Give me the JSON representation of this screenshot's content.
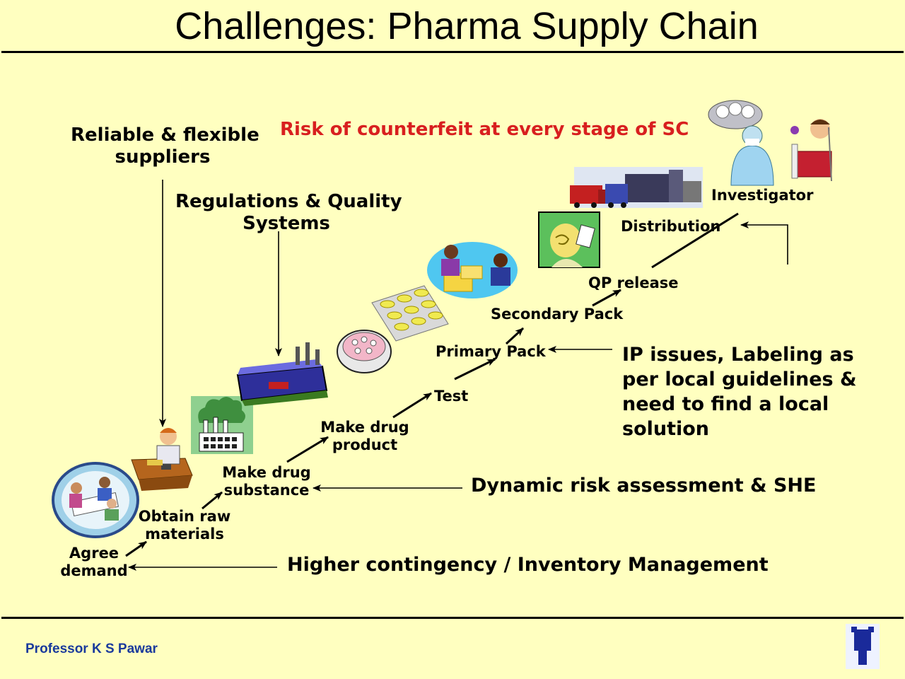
{
  "title": "Challenges: Pharma Supply Chain",
  "risk_banner": "Risk of counterfeit at every stage of SC",
  "challenges": {
    "suppliers": [
      "Reliable & flexible",
      "suppliers"
    ],
    "regulations": [
      "Regulations & Quality",
      "Systems"
    ],
    "ip_issues": [
      "IP issues, Labeling as",
      "per local guidelines &",
      "need to find a local",
      "solution"
    ],
    "risk_assessment": "Dynamic risk assessment & SHE",
    "contingency": "Higher contingency / Inventory Management"
  },
  "stages": {
    "agree_demand": [
      "Agree",
      "demand"
    ],
    "obtain_raw": [
      "Obtain raw",
      "materials"
    ],
    "make_substance": [
      "Make drug",
      "substance"
    ],
    "make_product": [
      "Make drug",
      "product"
    ],
    "test": "Test",
    "primary_pack": "Primary Pack",
    "secondary_pack": "Secondary Pack",
    "qp_release": "QP release",
    "distribution": "Distribution",
    "investigator": "Investigator"
  },
  "footer": "Professor K S Pawar",
  "colors": {
    "background": "#ffffc0",
    "risk_text": "#d81f1f",
    "footer_text": "#1a3a9c"
  },
  "icons": [
    "team-meeting-icon",
    "office-worker-icon",
    "factory-icon",
    "factory-chimneys-icon",
    "lab-dish-icon",
    "pill-blister-icon",
    "handshake-icon",
    "qp-person-icon",
    "distribution-trucks-icon",
    "surgeon-icon",
    "patient-icon",
    "university-crest-icon"
  ]
}
